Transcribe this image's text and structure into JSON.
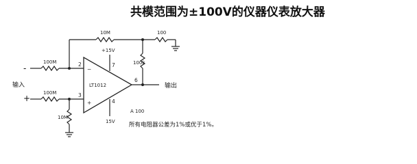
{
  "title": "共模范围为±100V的仪器仪表放大器",
  "labels": {
    "r_feedback": "10M",
    "r_divider_top": "100k",
    "r_divider_bottom": "100",
    "r_in_minus": "100M",
    "r_in_plus": "100M",
    "r_gnd": "10M",
    "pin2": "2",
    "pin3": "3",
    "pin4": "4",
    "pin6": "6",
    "pin7": "7",
    "minus_sign": "-",
    "plus_sign": "+",
    "opamp_minus": "−",
    "opamp_plus": "+",
    "opamp_name": "LT1012",
    "vplus": "+15V",
    "vminus": "15V",
    "input": "输入",
    "output": "输出",
    "gain": "A    100",
    "note": "所有电阻器公差为1%或优于1%。"
  }
}
